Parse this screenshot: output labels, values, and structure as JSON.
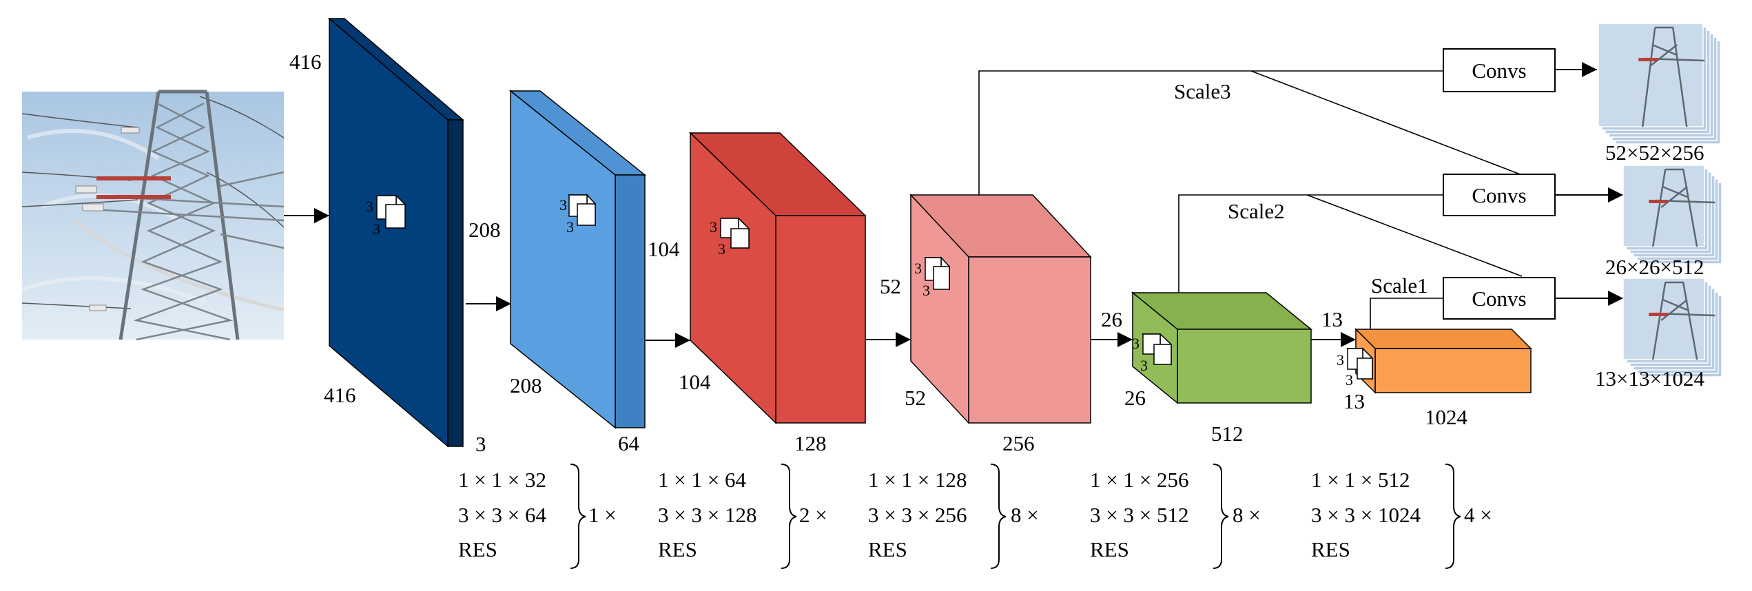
{
  "colors": {
    "block1": "#023f7d",
    "block2": "#5aa0e0",
    "block3": "#db4c44",
    "block4": "#ef9895",
    "block5": "#92bc57",
    "block6": "#fd9f50",
    "sky": "#c9dbeb"
  },
  "blocks": [
    {
      "h_label": "416",
      "w_label": "416",
      "d_label": "3"
    },
    {
      "h_label": "208",
      "w_label": "208",
      "d_label": "64"
    },
    {
      "h_label": "104",
      "w_label": "104",
      "d_label": "128"
    },
    {
      "h_label": "52",
      "w_label": "52",
      "d_label": "256"
    },
    {
      "h_label": "26",
      "w_label": "26",
      "d_label": "512"
    },
    {
      "h_label": "13",
      "w_label": "13",
      "d_label": "1024"
    }
  ],
  "kernel_label": "3",
  "convs_label": "Convs",
  "scales": {
    "s1": "Scale1",
    "s2": "Scale2",
    "s3": "Scale3"
  },
  "outputs": {
    "o1": "52×52×256",
    "o2": "26×26×512",
    "o3": "13×13×1024"
  },
  "layers": [
    {
      "l1": "1 × 1 × 32",
      "l2": "3 × 3 × 64",
      "l3": "RES",
      "rep": "1 ×"
    },
    {
      "l1": "1 × 1 × 64",
      "l2": "3 × 3 × 128",
      "l3": "RES",
      "rep": "2 ×"
    },
    {
      "l1": "1 × 1 × 128",
      "l2": "3 × 3 × 256",
      "l3": "RES",
      "rep": "8 ×"
    },
    {
      "l1": "1 × 1 × 256",
      "l2": "3 × 3 × 512",
      "l3": "RES",
      "rep": "8 ×"
    },
    {
      "l1": "1 × 1 × 512",
      "l2": "3 × 3 × 1024",
      "l3": "RES",
      "rep": "4 ×"
    }
  ]
}
